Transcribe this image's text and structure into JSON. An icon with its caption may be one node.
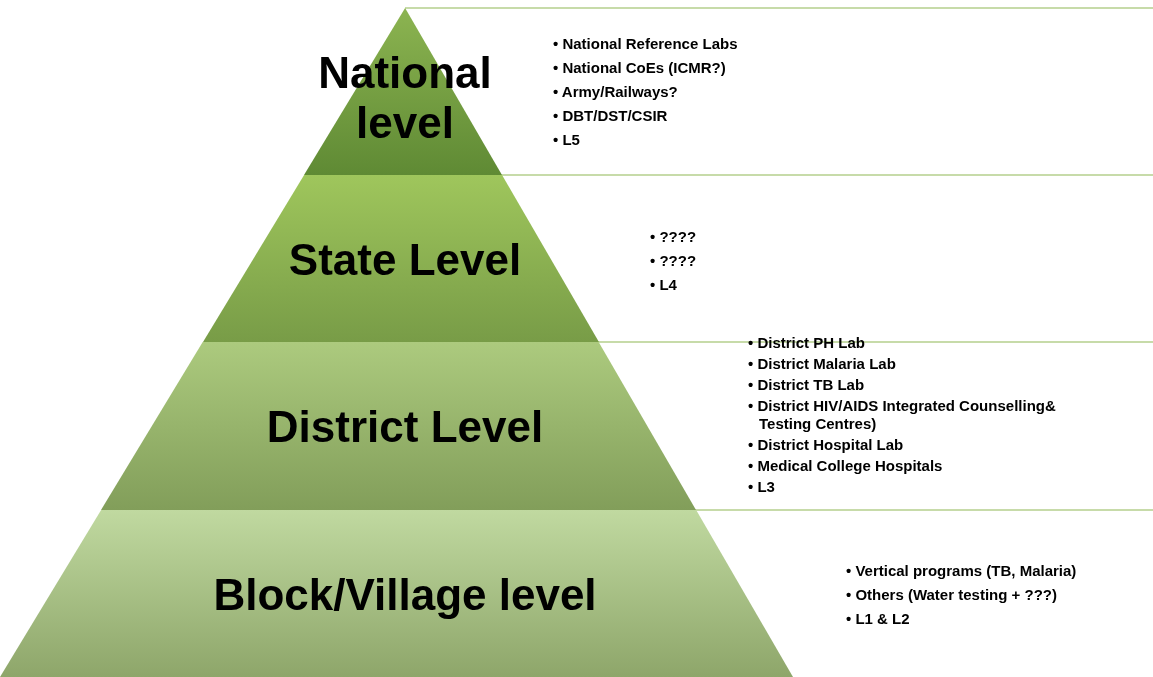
{
  "diagram": {
    "nodes": [
      {
        "text": [
          "National level"
        ],
        "beside": [
          "• National Reference Labs",
          "• National CoEs (ICMR?)",
          "• Army/Railways?",
          "• DBT/DST/CSIR",
          "• L5"
        ]
      },
      {
        "text": [
          "State Level"
        ],
        "beside": [
          "• ????",
          "• ????",
          "• L4"
        ]
      },
      {
        "text": [
          "District Level"
        ],
        "beside": [
          "• District PH Lab",
          "• District Malaria Lab",
          "• District TB Lab",
          "• District HIV/AIDS Integrated Counselling& Testing Centres)",
          "• District Hospital Lab",
          "• Medical College Hospitals",
          "• L3"
        ]
      },
      {
        "text": [
          "Block/Village level"
        ],
        "beside": [
          "• Vertical programs (TB, Malaria)",
          "• Others (Water testing + ???)",
          "• L1 & L2"
        ]
      }
    ]
  }
}
